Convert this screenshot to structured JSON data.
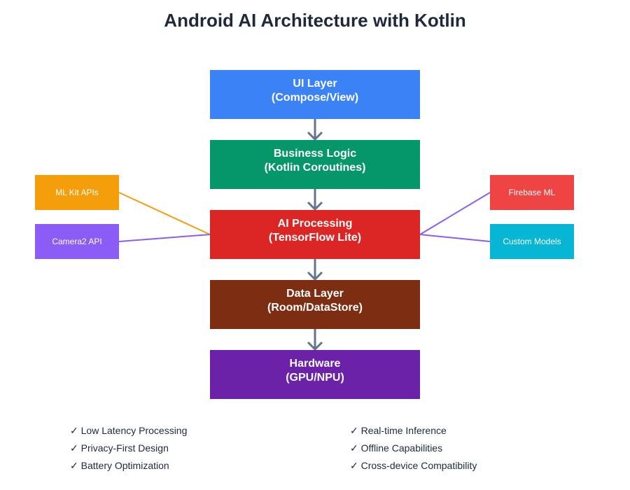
{
  "title": "Android AI Architecture with Kotlin",
  "layers": [
    {
      "name": "UI Layer",
      "detail": "(Compose/View)",
      "color": "#3b82f6"
    },
    {
      "name": "Business Logic",
      "detail": "(Kotlin Coroutines)",
      "color": "#059669"
    },
    {
      "name": "AI Processing",
      "detail": "(TensorFlow Lite)",
      "color": "#dc2626"
    },
    {
      "name": "Data Layer",
      "detail": "(Room/DataStore)",
      "color": "#7c2d12"
    },
    {
      "name": "Hardware",
      "detail": "(GPU/NPU)",
      "color": "#6b21a8"
    }
  ],
  "left_components": [
    {
      "label": "ML Kit APIs",
      "color": "#f59e0b",
      "connector_color": "#f59e0b"
    },
    {
      "label": "Camera2 API",
      "color": "#8b5cf6",
      "connector_color": "#8b5cf6"
    }
  ],
  "right_components": [
    {
      "label": "Firebase ML",
      "color": "#ef4444",
      "connector_color": "#8b5cf6"
    },
    {
      "label": "Custom Models",
      "color": "#06b6d4",
      "connector_color": "#8b5cf6"
    }
  ],
  "arrow_color": "#64748b",
  "features": {
    "left": [
      "Low Latency Processing",
      "Privacy-First Design",
      "Battery Optimization"
    ],
    "right": [
      "Real-time Inference",
      "Offline Capabilities",
      "Cross-device Compatibility"
    ],
    "check_glyph": "✓"
  }
}
